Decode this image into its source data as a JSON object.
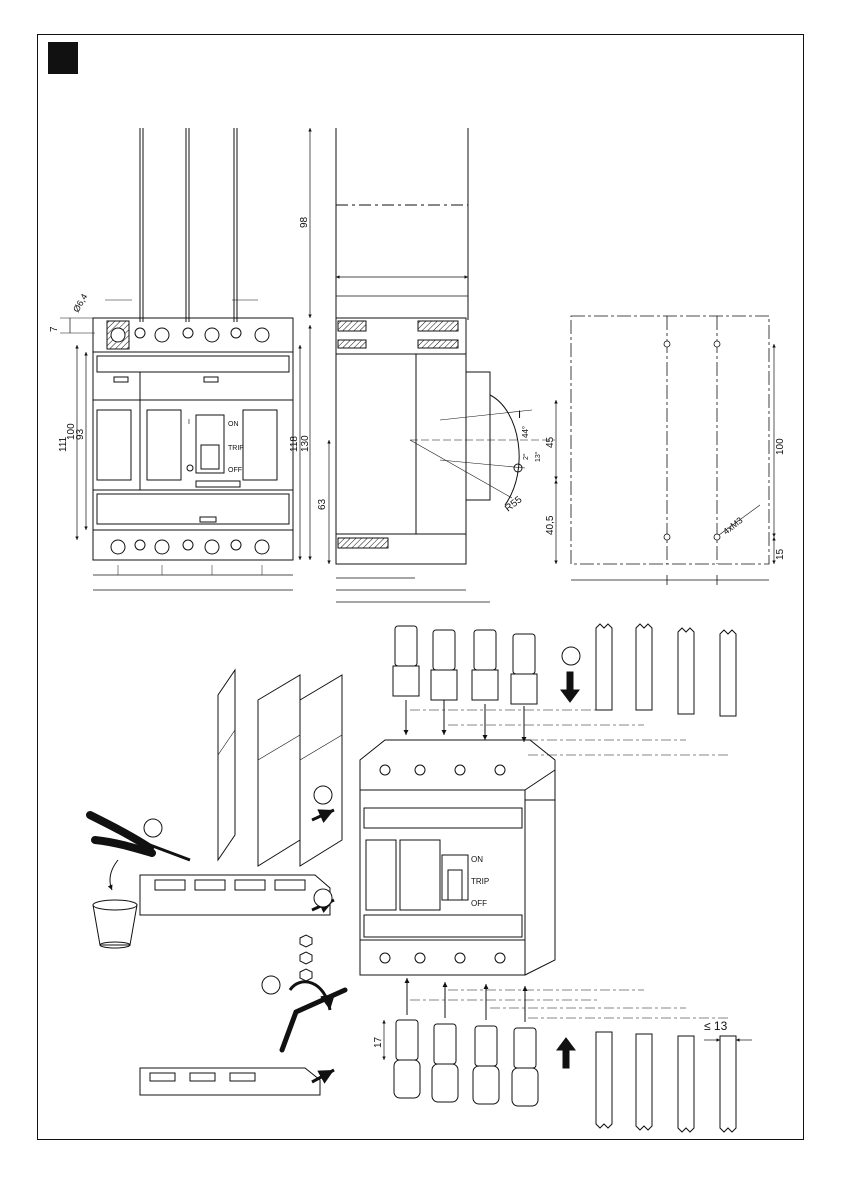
{
  "header": {
    "badge": ""
  },
  "front_view": {
    "dims": {
      "d98": "98",
      "d111": "111",
      "d100": "100",
      "d93": "93",
      "d118": "118",
      "d130": "130",
      "d7": "7",
      "d64": "Ø6,4"
    },
    "labels": {
      "on": "ON",
      "trip": "TRIP",
      "off": "OFF",
      "one": "I"
    }
  },
  "side_view": {
    "dims": {
      "d63": "63",
      "d45": "45",
      "d405": "40,5",
      "r55": "R55",
      "a44": "44°",
      "a2": "2°",
      "a13": "13°"
    },
    "labels": {
      "one": "I",
      "zero": "O"
    }
  },
  "drilling": {
    "dims": {
      "d100": "100",
      "d15": "15",
      "m3": "4xM3"
    }
  },
  "assembly": {
    "labels": {
      "on": "ON",
      "trip": "TRIP",
      "off": "OFF"
    },
    "dims": {
      "d17": "17",
      "le13": "≤ 13"
    }
  },
  "colors": {
    "ink": "#111111",
    "bg": "#ffffff",
    "fill": "#d9d9d9"
  }
}
